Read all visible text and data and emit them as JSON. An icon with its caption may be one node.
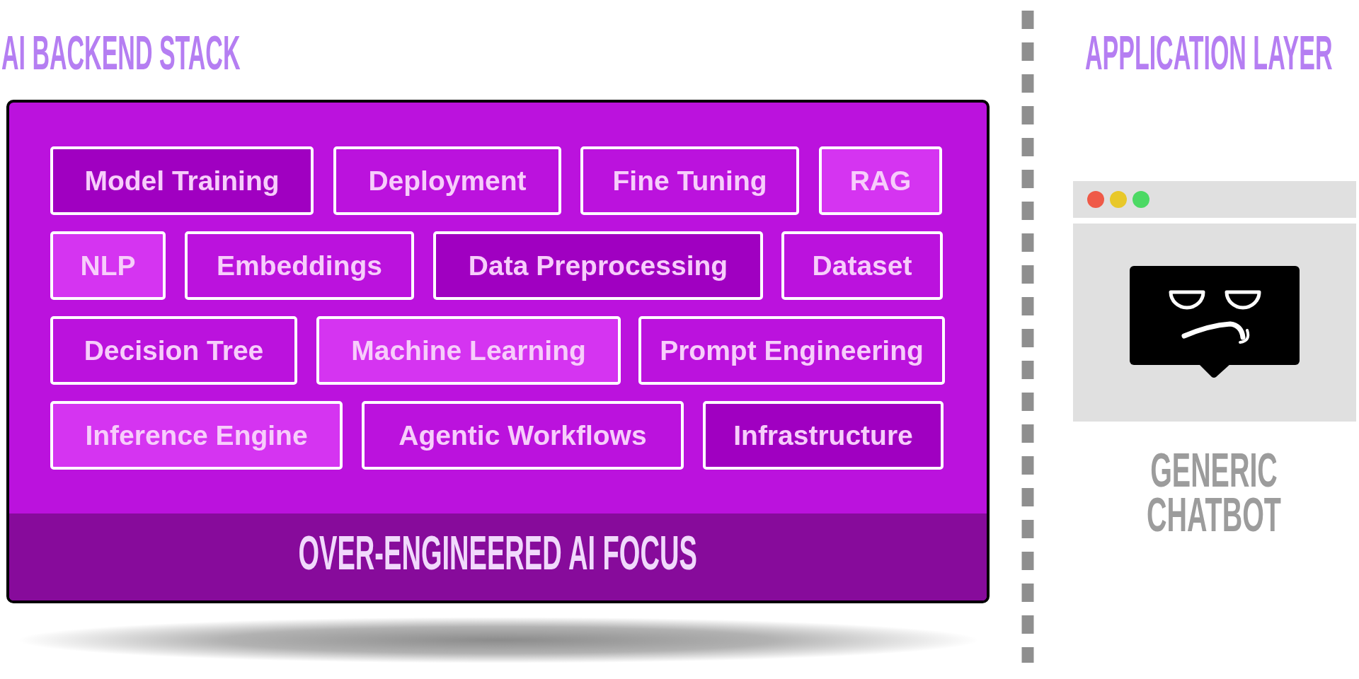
{
  "diagram": {
    "nodes": [
      {
        "text": [
          "AI BACKEND STACK"
        ]
      },
      {
        "text": [
          "Model Training"
        ],
        "in": 0
      },
      {
        "text": [
          "Deployment"
        ],
        "in": 0
      },
      {
        "text": [
          "Fine Tuning"
        ],
        "in": 0
      },
      {
        "text": [
          "RAG"
        ],
        "in": 0
      },
      {
        "text": [
          "NLP"
        ],
        "in": 0
      },
      {
        "text": [
          "Embeddings"
        ],
        "in": 0
      },
      {
        "text": [
          "Data Preprocessing"
        ],
        "in": 0
      },
      {
        "text": [
          "Dataset"
        ],
        "in": 0
      },
      {
        "text": [
          "Decision Tree"
        ],
        "in": 0
      },
      {
        "text": [
          "Machine Learning"
        ],
        "in": 0
      },
      {
        "text": [
          "Prompt Engineering"
        ],
        "in": 0
      },
      {
        "text": [
          "Inference Engine"
        ],
        "in": 0
      },
      {
        "text": [
          "Agentic Workflows"
        ],
        "in": 0
      },
      {
        "text": [
          "Infrastructure"
        ],
        "in": 0
      },
      {
        "text": [
          "OVER-ENGINEERED AI FOCUS"
        ],
        "in": 0
      },
      {
        "text": [
          "APPLICATION LAYER"
        ],
        "beside": [
          "GENERIC CHATBOT"
        ]
      }
    ]
  }
}
